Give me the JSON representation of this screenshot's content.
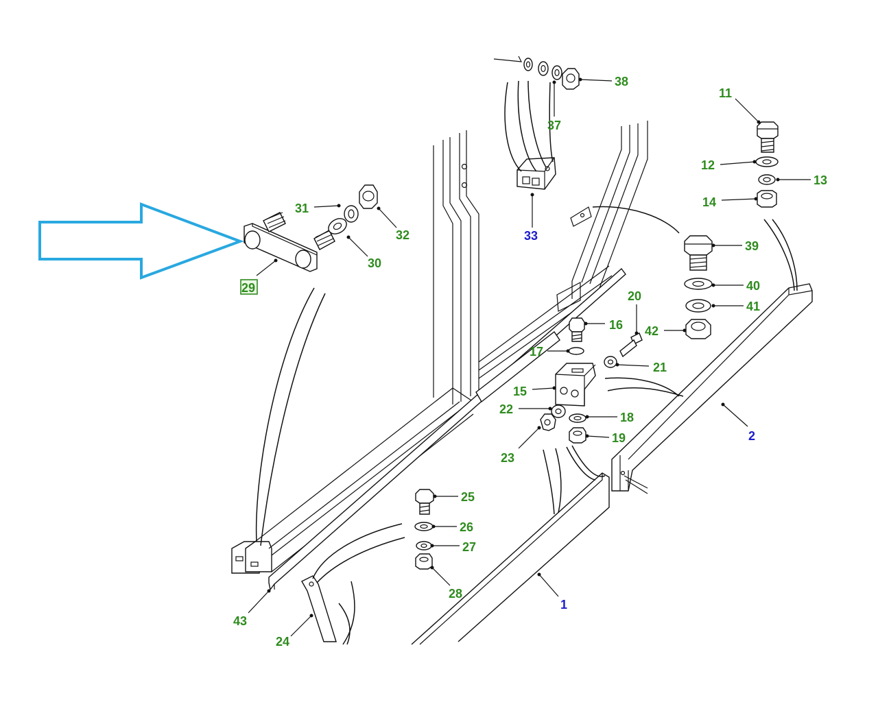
{
  "diagram": {
    "callouts": [
      {
        "id": "c1",
        "text": "1",
        "color": "blue"
      },
      {
        "id": "c2",
        "text": "2",
        "color": "blue"
      },
      {
        "id": "c11",
        "text": "11",
        "color": "green"
      },
      {
        "id": "c12",
        "text": "12",
        "color": "green"
      },
      {
        "id": "c13",
        "text": "13",
        "color": "green"
      },
      {
        "id": "c14",
        "text": "14",
        "color": "green"
      },
      {
        "id": "c15",
        "text": "15",
        "color": "green"
      },
      {
        "id": "c16",
        "text": "16",
        "color": "green"
      },
      {
        "id": "c17",
        "text": "17",
        "color": "green"
      },
      {
        "id": "c18",
        "text": "18",
        "color": "green"
      },
      {
        "id": "c19",
        "text": "19",
        "color": "green"
      },
      {
        "id": "c20",
        "text": "20",
        "color": "green"
      },
      {
        "id": "c21",
        "text": "21",
        "color": "green"
      },
      {
        "id": "c22",
        "text": "22",
        "color": "green"
      },
      {
        "id": "c23",
        "text": "23",
        "color": "green"
      },
      {
        "id": "c24",
        "text": "24",
        "color": "green"
      },
      {
        "id": "c25",
        "text": "25",
        "color": "green"
      },
      {
        "id": "c26",
        "text": "26",
        "color": "green"
      },
      {
        "id": "c27",
        "text": "27",
        "color": "green"
      },
      {
        "id": "c28",
        "text": "28",
        "color": "green"
      },
      {
        "id": "c29",
        "text": "29",
        "color": "green",
        "boxed": true
      },
      {
        "id": "c30",
        "text": "30",
        "color": "green"
      },
      {
        "id": "c31",
        "text": "31",
        "color": "green"
      },
      {
        "id": "c32",
        "text": "32",
        "color": "green"
      },
      {
        "id": "c33",
        "text": "33",
        "color": "blue"
      },
      {
        "id": "c37",
        "text": "37",
        "color": "green"
      },
      {
        "id": "c38",
        "text": "38",
        "color": "green"
      },
      {
        "id": "c39",
        "text": "39",
        "color": "green"
      },
      {
        "id": "c40",
        "text": "40",
        "color": "green"
      },
      {
        "id": "c41",
        "text": "41",
        "color": "green"
      },
      {
        "id": "c42",
        "text": "42",
        "color": "green"
      },
      {
        "id": "c43",
        "text": "43",
        "color": "green"
      }
    ],
    "colors": {
      "green_label": "#2e8b1e",
      "blue_label": "#1c1ccc",
      "highlight_arrow": "#29a8e0",
      "line": "#111111"
    },
    "highlight": {
      "icon": "arrow-right-outline-icon",
      "target_part": "29"
    }
  }
}
